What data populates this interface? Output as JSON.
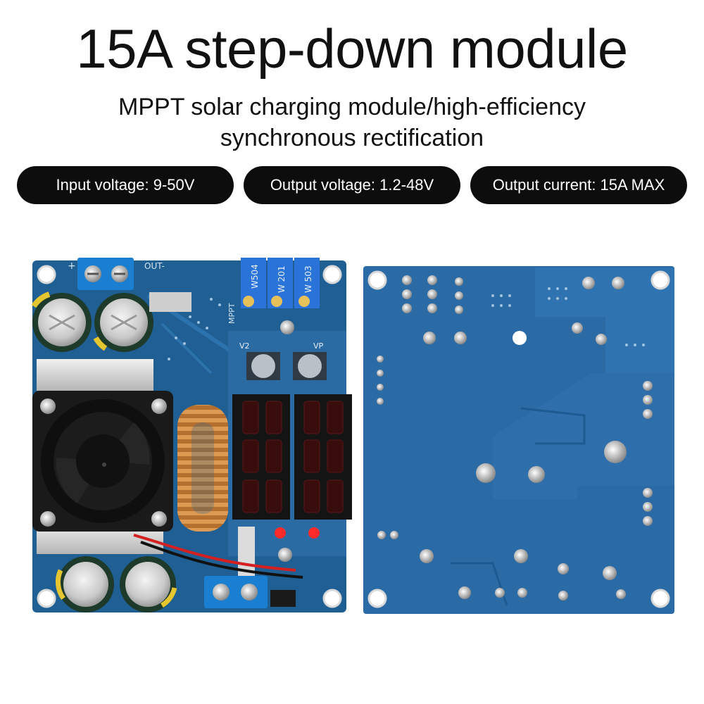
{
  "header": {
    "title": "15A step-down module",
    "subtitle_line1": "MPPT solar charging module/high-efficiency",
    "subtitle_line2": "synchronous rectification"
  },
  "specs": {
    "input": "Input voltage: 9-50V",
    "output_voltage": "Output voltage: 1.2-48V",
    "output_current": "Output current: 15A MAX"
  },
  "board_silkscreen": {
    "out_label": "OUT-",
    "plus_label": "+",
    "mppt_label": "MPPT",
    "pot1": "W504",
    "pot2": "W 201",
    "pot3": "W 503",
    "v2_label": "V2",
    "vp_label": "VP"
  },
  "colors": {
    "pcb_blue": "#1f5f93",
    "pcb_back": "#2a6aa5",
    "terminal_blue": "#1a7fd0",
    "display_red": "#ff2a2a",
    "copper": "#c8803a"
  }
}
